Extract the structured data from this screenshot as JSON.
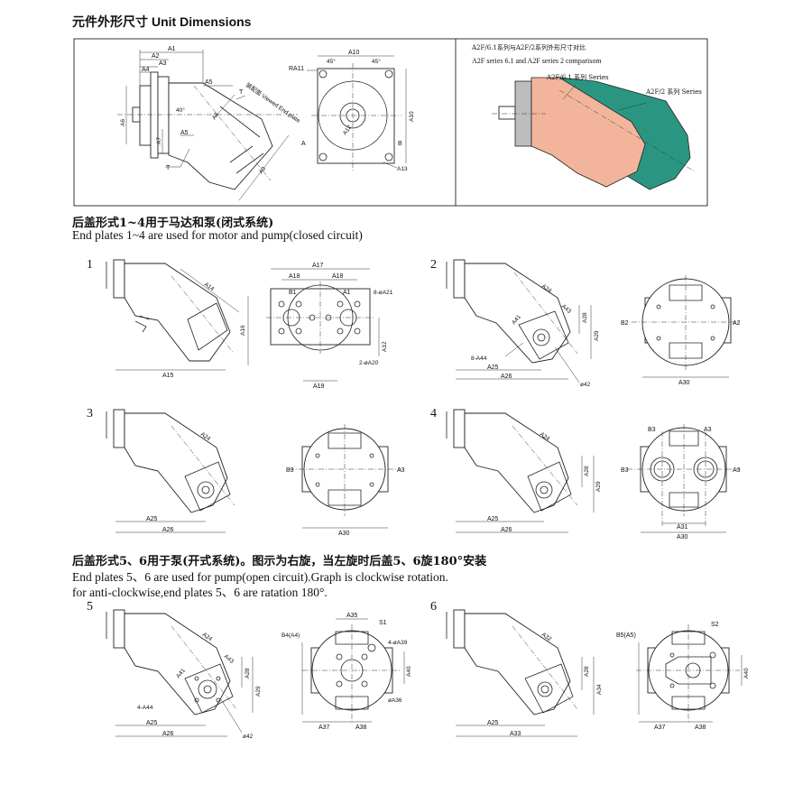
{
  "header": {
    "title_zh": "元件外形尺寸",
    "title_en": "Unit Dimensions"
  },
  "top": {
    "side_labels": [
      "A1",
      "A2",
      "A3",
      "A4",
      "A5",
      "A6",
      "A7",
      "A8",
      "A9",
      "T"
    ],
    "side_note": "装配面 Viewed End plate",
    "side_angle": "40°",
    "front_labels": [
      "A10",
      "RA11",
      "45°",
      "45°",
      "A12",
      "A13",
      "A",
      "B"
    ],
    "comparison_title_zh": "A2F/6.1系列与A2F/2系列外形尺寸对比",
    "comparison_title_en": "A2F series 6.1 and A2F series 2 comparisom",
    "series61": "A2F/6.1 系列 Series",
    "series2": "A2F/2 系列 Series"
  },
  "colors": {
    "series61": "#f2b59c",
    "series2": "#2a9682"
  },
  "section1": {
    "title_zh": "后盖形式1~4用于马达和泵(闭式系统)",
    "title_en": "End plates 1~4 are used for motor and pump(closed circuit)"
  },
  "section2": {
    "title_zh": "后盖形式5、6用于泵(开式系统)。图示为右旋，当左旋时后盖5、6旋180°安装",
    "title_en_1": "End plates 5、6 are used for pump(open circuit).Graph is clockwise rotation.",
    "title_en_2": "for anti-clockwise,end plates 5、6 are ratation 180°."
  },
  "plates": [
    {
      "num": "1",
      "side": [
        "A14",
        "A15",
        "A16"
      ],
      "end": [
        "A17",
        "A18",
        "A18",
        "B1",
        "A1",
        "8-øA21",
        "2-øA20",
        "A12",
        "A19"
      ]
    },
    {
      "num": "2",
      "side": [
        "A24",
        "A43",
        "A28",
        "A29",
        "A41",
        "8-A44",
        "A25",
        "A26",
        "ø42"
      ],
      "end": [
        "B2",
        "A2",
        "A30"
      ]
    },
    {
      "num": "3",
      "side": [
        "A24",
        "A25",
        "A26"
      ],
      "end": [
        "B3",
        "A3",
        "A30"
      ]
    },
    {
      "num": "4",
      "side": [
        "A24",
        "A28",
        "A29",
        "A25",
        "A26"
      ],
      "end": [
        "B3",
        "A3",
        "B3",
        "A3",
        "A31",
        "A30"
      ]
    },
    {
      "num": "5",
      "side": [
        "A24",
        "A43",
        "A41",
        "A28",
        "A29",
        "4-A44",
        "A25",
        "A26",
        "ø42"
      ],
      "end": [
        "A35",
        "B4(A4)",
        "S1",
        "4-øA39",
        "A40",
        "øA36",
        "A37",
        "A38"
      ]
    },
    {
      "num": "6",
      "side": [
        "A32",
        "A28",
        "A34",
        "A25",
        "A33"
      ],
      "end": [
        "B5(A5)",
        "S2",
        "A40",
        "A37",
        "A38"
      ]
    }
  ]
}
